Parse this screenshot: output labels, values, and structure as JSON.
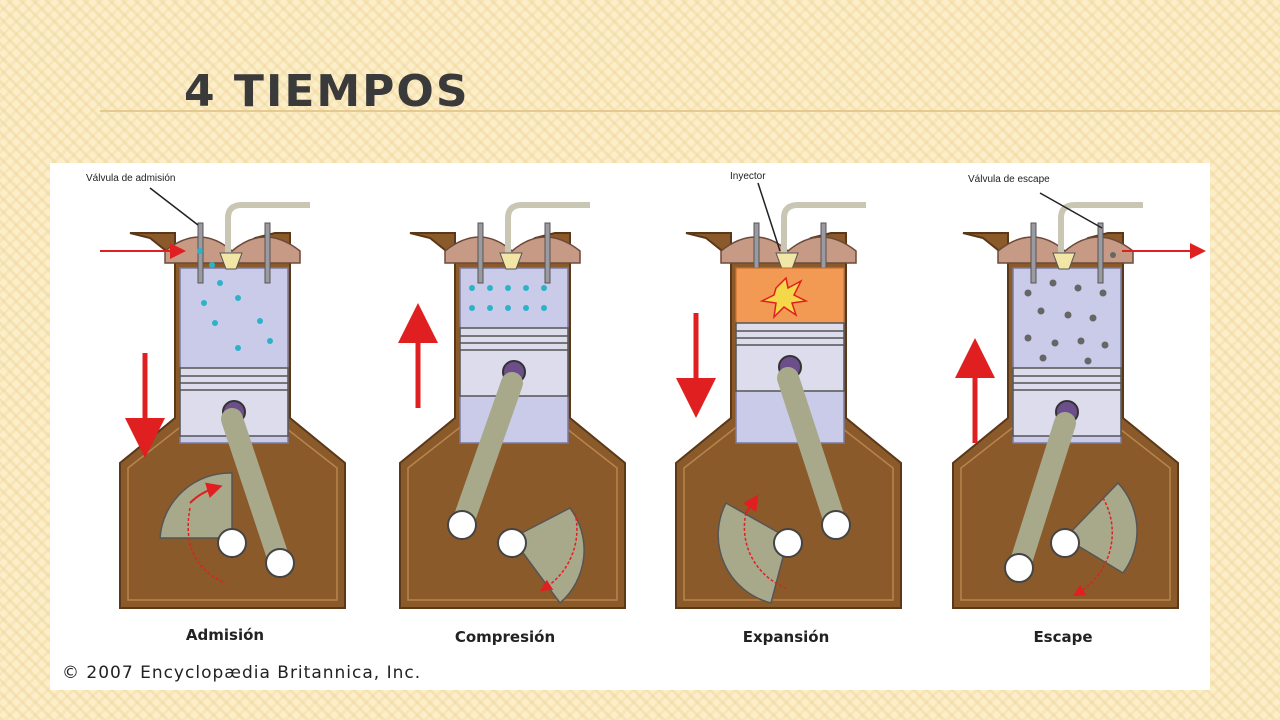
{
  "slide": {
    "title": "4 TIEMPOS"
  },
  "diagram": {
    "callouts": {
      "intake_valve": "Válvula de admisión",
      "injector": "Inyector",
      "exhaust_valve": "Válvula de escape"
    },
    "stages": [
      {
        "label": "Admisión",
        "piston_motion": "down"
      },
      {
        "label": "Compresión",
        "piston_motion": "up"
      },
      {
        "label": "Expansión",
        "piston_motion": "down"
      },
      {
        "label": "Escape",
        "piston_motion": "up"
      }
    ],
    "copyright": "© 2007 Encyclopædia Britannica, Inc.",
    "colors": {
      "casing": "#8b5a2b",
      "cylinder": "#c9cbe8",
      "crank": "#a8a98a",
      "arrow": "#e02020",
      "fuel_dots": "#2bb3c7",
      "exhaust_dots": "#666666",
      "combustion": "#f29a54"
    }
  }
}
